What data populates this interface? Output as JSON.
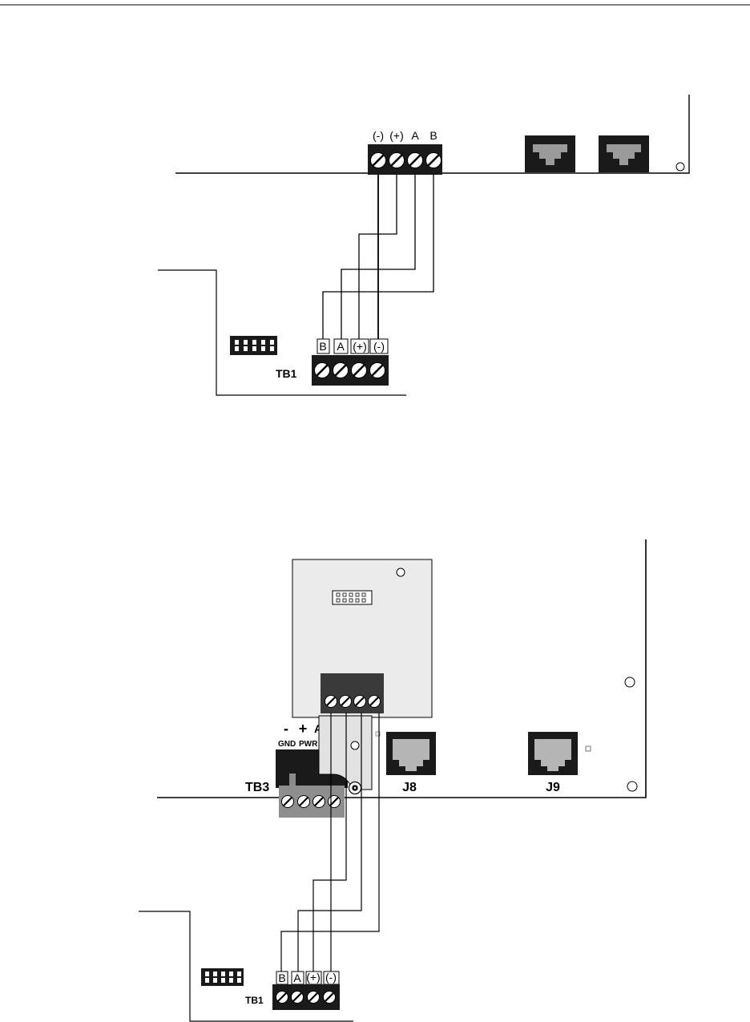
{
  "diagram1": {
    "panel_terminal_labels": [
      "(-)",
      "(+)",
      "A",
      "B"
    ],
    "device_terminal_labels": [
      "B",
      "A",
      "(+)",
      "(-)"
    ],
    "device_block_label": "TB1"
  },
  "diagram2": {
    "tb3_labels": {
      "minus": "-",
      "plus": "+",
      "a": "A",
      "gnd": "GND",
      "pwr": "PWR"
    },
    "tb3_label": "TB3",
    "jack_labels": [
      "J8",
      "J9"
    ],
    "device_terminal_labels": [
      "B",
      "A",
      "(+)",
      "(-)"
    ],
    "device_block_label": "TB1"
  }
}
